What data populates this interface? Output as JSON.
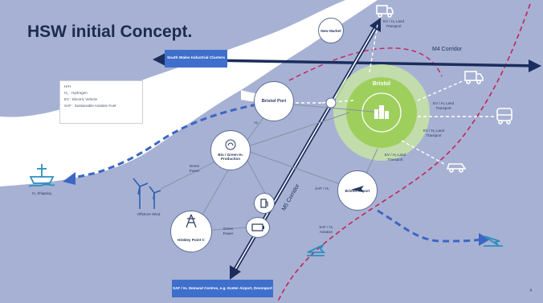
{
  "title": "HSW initial Concept.",
  "legend": {
    "lines": [
      "H/H",
      "H₂ : Hydrogen",
      "EV : Electric Vehicle",
      "SAF : Sustainable Aviation Fuel"
    ]
  },
  "corridor": {
    "m4_label": "M4 Corridor",
    "m5_label": "M5 Corridor",
    "south_wales_label": "South Wales Industrial Clusters",
    "bottom_box_label": "SAF / H₂ Demand Centres, e.g. Exeter Airport, Devonport"
  },
  "nodes": {
    "bristol": "Bristol",
    "bristol_port": "Bristol Port",
    "bristol_airport": "Bristol Airport",
    "bio_green": "Bio / Green H₂ Production",
    "hinkley": "Hinkley Point C",
    "new_market": "New Market",
    "land_transport_top": "EV / H₂ Land Transport",
    "land_transport_right1": "EV / H₂ Land Transport",
    "land_transport_right2": "EV / H₂ Land Transport",
    "land_transport_mid": "EV / H₂ Land Transport",
    "shipping": "H₂ Shipping",
    "offshore_wind": "Offshore Wind",
    "saf_h2": "SAF / H₂",
    "saf_h2_aviation": "SAF / H₂ Aviation",
    "green_power_1": "Green Power",
    "green_power_2": "Green Power",
    "h2_link": "H₂"
  },
  "page_number": "4",
  "colors": {
    "background": "#a7b1d3",
    "estuary": "#ffffff",
    "corridor_arrow": "#1b2d5c",
    "blue_box": "#3f6fcc",
    "bristol_green": "#9ecf5c",
    "dashed_red": "#c2245a",
    "dashed_blue": "#3c66c4"
  }
}
